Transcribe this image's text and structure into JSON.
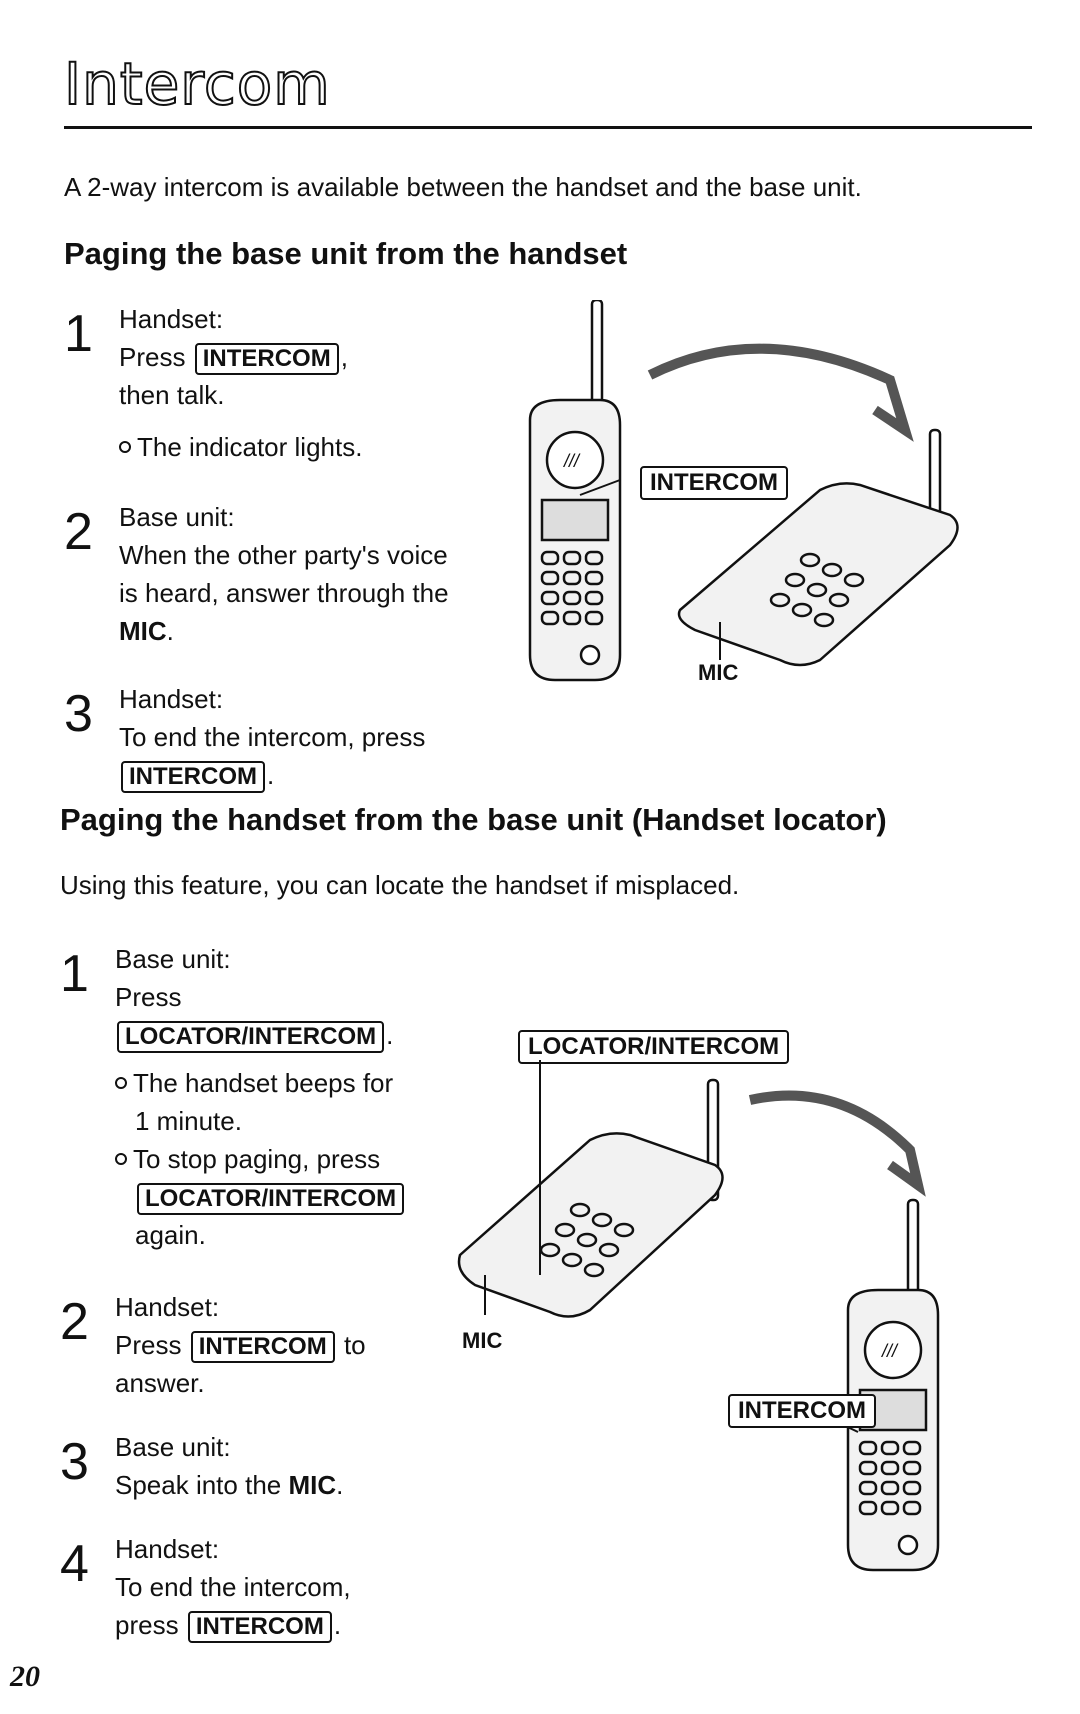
{
  "title": "Intercom",
  "intro": "A 2-way intercom is available between the handset and the base unit.",
  "section1": {
    "heading": "Paging the base unit from the handset",
    "steps": [
      {
        "num": "1",
        "where": "Handset:",
        "pre": "Press",
        "key": "INTERCOM",
        "post": ",",
        "line3": "then talk.",
        "bullet": "The indicator lights."
      },
      {
        "num": "2",
        "where": "Base unit:",
        "line2": "When the other party's voice",
        "line3": "is heard, answer through the",
        "mic": "MIC",
        "mic_post": "."
      },
      {
        "num": "3",
        "where": "Handset:",
        "line2": "To end the intercom, press",
        "key": "INTERCOM",
        "post": "."
      }
    ],
    "figure": {
      "key_label": "INTERCOM",
      "mic_label": "MIC"
    }
  },
  "section2": {
    "heading": "Paging the handset from the base unit (Handset locator)",
    "intro": "Using this feature, you can locate the handset if misplaced.",
    "steps": [
      {
        "num": "1",
        "where": "Base unit:",
        "pre": "Press",
        "key": "LOCATOR/INTERCOM",
        "post": ".",
        "bullet1_a": "The handset beeps for",
        "bullet1_b": "1 minute.",
        "bullet2_a": "To stop paging, press",
        "bullet2_key": "LOCATOR/INTERCOM",
        "bullet2_b": "again."
      },
      {
        "num": "2",
        "where": "Handset:",
        "pre": "Press",
        "key": "INTERCOM",
        "post": "to",
        "line3": "answer."
      },
      {
        "num": "3",
        "where": "Base unit:",
        "pre": "Speak into the",
        "mic": "MIC",
        "mic_post": "."
      },
      {
        "num": "4",
        "where": "Handset:",
        "line2": "To end the intercom,",
        "pre": "press",
        "key": "INTERCOM",
        "post": "."
      }
    ],
    "figure": {
      "locator_label": "LOCATOR/INTERCOM",
      "key_label": "INTERCOM",
      "mic_label": "MIC"
    }
  },
  "page_number": "20"
}
